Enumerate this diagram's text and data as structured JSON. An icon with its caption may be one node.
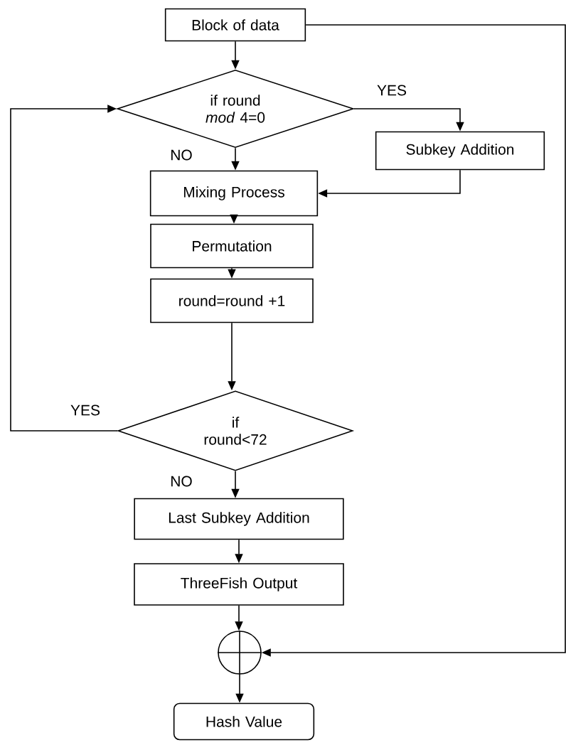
{
  "diagram": {
    "nodes": [
      {
        "text": [
          "Block of data"
        ]
      },
      {
        "text": [
          "if round *mod* 4=0"
        ]
      },
      {
        "text": [
          "Subkey Addition"
        ]
      },
      {
        "text": [
          "Mixing Process"
        ]
      },
      {
        "text": [
          "Permutation"
        ]
      },
      {
        "text": [
          "round=round +1"
        ]
      },
      {
        "text": [
          "if round<72"
        ]
      },
      {
        "text": [
          "Last Subkey Addition"
        ]
      },
      {
        "text": [
          "ThreeFish Output"
        ]
      },
      {
        "text": [],
        "shape": "circle"
      },
      {
        "text": [
          "Hash Value"
        ]
      }
    ],
    "edges": [
      {
        "from": 0,
        "to": 1,
        "arrow": "to"
      },
      {
        "from": 1,
        "to": 2,
        "arrow": "to",
        "label": "YES"
      },
      {
        "from": 1,
        "to": 3,
        "arrow": "to",
        "label": "NO"
      },
      {
        "from": 2,
        "to": 3,
        "arrow": "to"
      },
      {
        "from": 3,
        "to": 4,
        "arrow": "to"
      },
      {
        "from": 4,
        "to": 5,
        "arrow": "to"
      },
      {
        "from": 5,
        "to": 6,
        "arrow": "to"
      },
      {
        "from": 6,
        "to": 1,
        "arrow": "to",
        "label": "YES"
      },
      {
        "from": 6,
        "to": 7,
        "arrow": "to",
        "label": "NO"
      },
      {
        "from": 7,
        "to": 8,
        "arrow": "to"
      },
      {
        "from": 8,
        "to": 9,
        "arrow": "to"
      },
      {
        "from": 0,
        "to": 9,
        "arrow": "to"
      },
      {
        "from": 9,
        "to": 10,
        "arrow": "to"
      }
    ]
  }
}
